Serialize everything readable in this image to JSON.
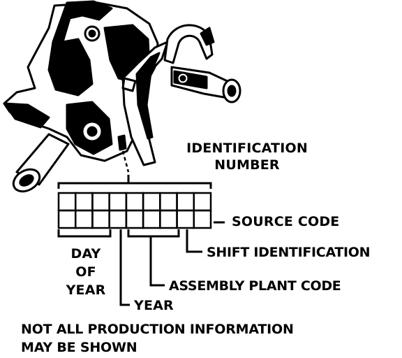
{
  "labels": {
    "identification_number_line1": "IDENTIFICATION",
    "identification_number_line2": "NUMBER",
    "source_code": "SOURCE CODE",
    "shift_identification": "SHIFT IDENTIFICATION",
    "day_of_year_line1": "DAY",
    "day_of_year_line2": "OF",
    "day_of_year_line3": "YEAR",
    "assembly_plant_code": "ASSEMBLY PLANT CODE",
    "year": "YEAR"
  },
  "note": {
    "line1": "NOT ALL PRODUCTION INFORMATION",
    "line2": "MAY BE SHOWN"
  },
  "id_grid": {
    "columns": 9,
    "rows": 2
  },
  "colors": {
    "ink": "#000000",
    "paper": "#ffffff"
  }
}
